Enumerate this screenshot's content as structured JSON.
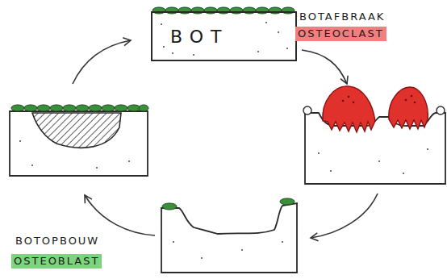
{
  "diagram": {
    "nodes": [
      {
        "text": [
          "BOT"
        ]
      }
    ],
    "labels": [
      "BOTAFBRAAK",
      "OSTEOCLAST",
      "BOTOPBOUW",
      "OSTEOBLAST"
    ]
  }
}
